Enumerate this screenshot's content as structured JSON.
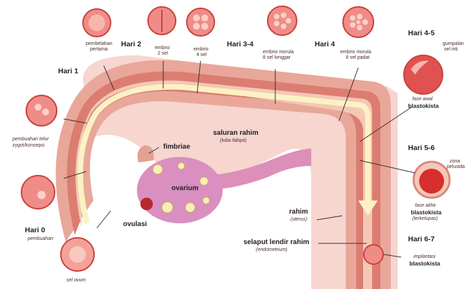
{
  "days": {
    "hari0": "Hari 0",
    "hari1": "Hari 1",
    "hari2": "Hari 2",
    "hari34": "Hari 3-4",
    "hari4": "Hari 4",
    "hari45": "Hari 4-5",
    "hari56": "Hari 5-6",
    "hari67": "Hari 6-7"
  },
  "stages": {
    "pembuahan": "pembuahan",
    "sel_ovum": "sel ovum",
    "zygot_1": "pembuahan telur",
    "zygot_2": "zygot/konsepsi",
    "pembelahan_1": "pembelahan",
    "pembelahan_2": "pertama",
    "embrio2_1": "embrio",
    "embrio2_2": "2 sel",
    "embrio4_1": "embrio",
    "embrio4_2": "4 sel",
    "morula_longgar_1": "embrio morula",
    "morula_longgar_2": "8 sel longgar",
    "morula_padat_1": "embrio morula",
    "morula_padat_2": "8 sel padat",
    "gumpalan_1": "gumpalan",
    "gumpalan_2": "sel inti",
    "fase_awal": "fase awal",
    "blastokista": "blastokista",
    "zona_1": "zona",
    "zona_2": "pelusida",
    "fase_akhir": "fase akhir",
    "blastokista_2": "blastokista",
    "terkelupas": "(terkelupas)",
    "implantasi": "implantasi",
    "blastokista_3": "blastokista"
  },
  "anatomy": {
    "fimbriae": "fimbriae",
    "ovarium": "ovarium",
    "ovulasi": "ovulasi",
    "saluran_rahim": "saluran rahim",
    "tuba_falopii": "(tuba falopii)",
    "rahim": "rahim",
    "uterus": "(uterus)",
    "selaput": "selaput lendir rahim",
    "endometrium": "(endometrium)"
  },
  "colors": {
    "tube_outer": "#e9a79a",
    "tube_mid": "#dc7d72",
    "tube_inner": "#f3c8b5",
    "path": "#fbf2c4",
    "uterus_bg": "#f6d6cf",
    "ovary": "#d98fc0",
    "cell_fill": "#f08c88",
    "cell_ring": "#c9423d"
  }
}
